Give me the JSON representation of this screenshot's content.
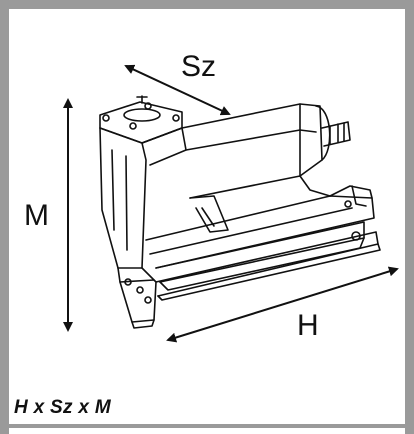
{
  "dimensions": {
    "width_label": "Sz",
    "height_label": "M",
    "length_label": "H"
  },
  "caption": "H x Sz x M",
  "colors": {
    "frame": "#9a9a9a",
    "ink": "#111111",
    "background": "#ffffff"
  },
  "icons": {
    "tool": "pneumatic-stapler-drawing",
    "arrows": "dimension-arrow"
  }
}
